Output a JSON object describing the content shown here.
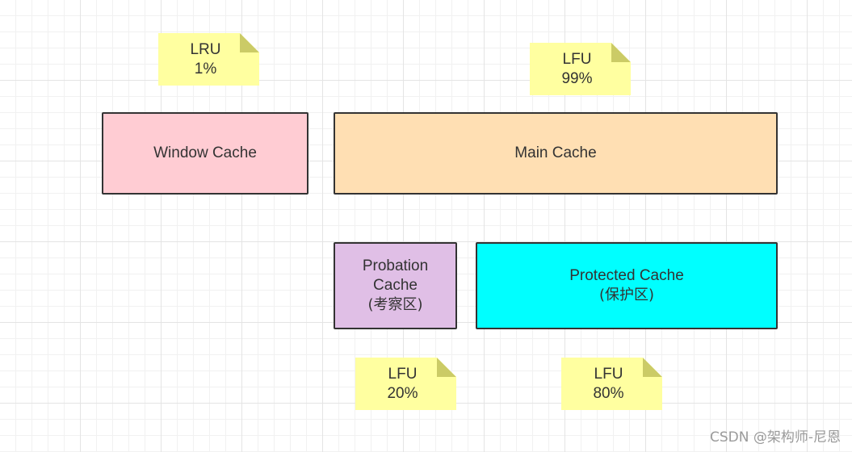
{
  "notes": {
    "window": {
      "policy": "LRU",
      "share": "1%"
    },
    "main": {
      "policy": "LFU",
      "share": "99%"
    },
    "probation": {
      "policy": "LFU",
      "share": "20%"
    },
    "protected": {
      "policy": "LFU",
      "share": "80%"
    }
  },
  "boxes": {
    "window": {
      "label": "Window Cache",
      "color": "#ffccd3"
    },
    "main": {
      "label": "Main Cache",
      "color": "#ffdfb3"
    },
    "probation": {
      "line1": "Probation",
      "line2": "Cache",
      "line3": "(考察区)",
      "color": "#e0bfe6"
    },
    "protected": {
      "line1": "Protected Cache",
      "line2": "(保护区)",
      "color": "#00ffff"
    }
  },
  "note_color": "#ffffa0",
  "watermark": "CSDN @架构师-尼恩"
}
